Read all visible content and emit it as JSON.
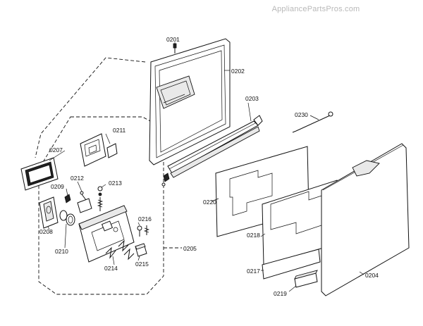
{
  "watermark": "AppliancePartsPros.com",
  "labels": {
    "p0201": "0201",
    "p0202": "0202",
    "p0203": "0203",
    "p0204": "0204",
    "p0205": "0205",
    "p0207": "0207",
    "p0208": "0208",
    "p0209": "0209",
    "p0210": "0210",
    "p0211": "0211",
    "p0212": "0212",
    "p0213": "0213",
    "p0214": "0214",
    "p0215": "0215",
    "p0216": "0216",
    "p0217": "0217",
    "p0218": "0218",
    "p0219": "0219",
    "p0220": "0220",
    "p0230": "0230"
  }
}
